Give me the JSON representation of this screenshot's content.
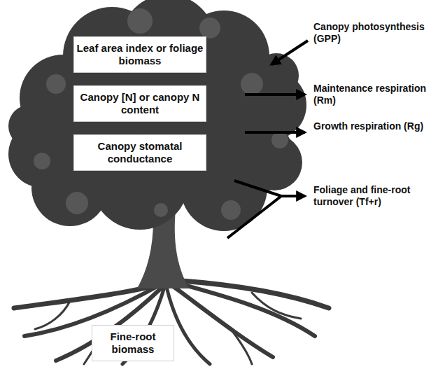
{
  "diagram": {
    "nodes": [
      {
        "text": [
          "Leaf area index or foliage biomass"
        ]
      },
      {
        "text": [
          "Canopy [N] or canopy N content"
        ]
      },
      {
        "text": [
          "Canopy stomatal conductance"
        ]
      },
      {
        "text": [
          "Fine-root biomass"
        ]
      }
    ],
    "labels": [
      "Canopy photosynthesis (GPP)",
      "Maintenance respiration (Rm)",
      "Growth respiration (Rg)",
      "Foliage and fine-root turnover (Tf+r)"
    ]
  }
}
